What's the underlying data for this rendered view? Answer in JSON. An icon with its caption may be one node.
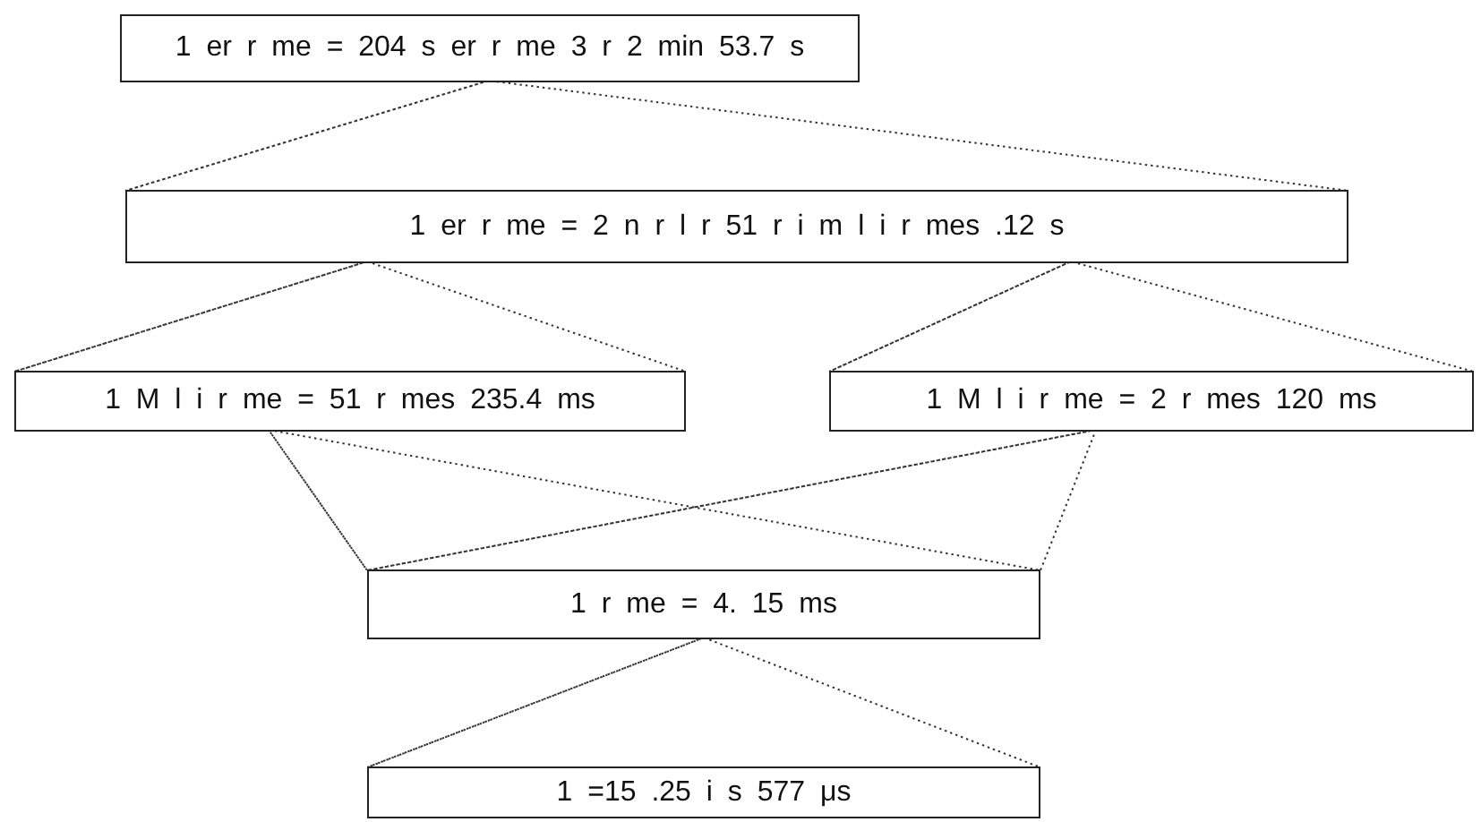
{
  "diagram": {
    "nodes": [
      {
        "text": [
          "1 er r me = 204 s er r me 3 r 2 min 53.7 s"
        ]
      },
      {
        "text": [
          "1 er r me = 2 n r l r 51 r i m l i r mes .12 s"
        ]
      },
      {
        "text": [
          "1 M l i r me = 51 r mes 235.4 ms"
        ]
      },
      {
        "text": [
          "1 M l i r me = 2 r mes 120 ms"
        ]
      },
      {
        "text": [
          "1 r me = 4. 15 ms"
        ]
      },
      {
        "text": [
          "1 =15 .25 i s 577 μs"
        ]
      }
    ],
    "edges": [
      {
        "from": 0,
        "to": 1,
        "arrow": "none",
        "style": "dashed"
      },
      {
        "from": 1,
        "to": 2,
        "arrow": "none",
        "style": "dashed"
      },
      {
        "from": 1,
        "to": 3,
        "arrow": "none",
        "style": "dashed"
      },
      {
        "from": 2,
        "to": 4,
        "arrow": "none",
        "style": "dashed"
      },
      {
        "from": 3,
        "to": 4,
        "arrow": "none",
        "style": "dashed"
      },
      {
        "from": 4,
        "to": 5,
        "arrow": "none",
        "style": "dashed"
      }
    ]
  }
}
